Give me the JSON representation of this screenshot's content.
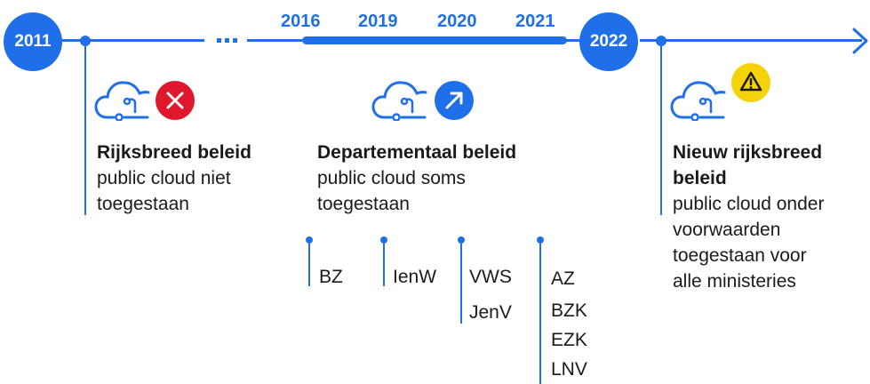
{
  "years": {
    "start": "2011",
    "y2016": "2016",
    "y2019": "2019",
    "y2020": "2020",
    "y2021": "2021",
    "end": "2022"
  },
  "phases": [
    {
      "heading": "Rijksbreed beleid",
      "body_lines": [
        "public cloud niet",
        "toegestaan"
      ],
      "status_icon": "x-icon",
      "status_color": "#e0182d"
    },
    {
      "heading": "Departementaal beleid",
      "body_lines": [
        "public cloud soms",
        "toegestaan"
      ],
      "status_icon": "arrow-up-right-icon",
      "status_color": "#1f6fe8"
    },
    {
      "heading_lines": [
        "Nieuw rijksbreed",
        "beleid"
      ],
      "body_lines": [
        "public cloud onder",
        "voorwaarden",
        "toegestaan voor",
        "alle ministeries"
      ],
      "status_icon": "warning-icon",
      "status_color": "#f5d30a"
    }
  ],
  "departments": {
    "y2016": [
      "BZ"
    ],
    "y2019": [
      "IenW"
    ],
    "y2020": [
      "VWS",
      "JenV"
    ],
    "y2021": [
      "AZ",
      "BZK",
      "EZK",
      "LNV"
    ]
  },
  "colors": {
    "accent": "#1f6fe8",
    "error": "#e0182d",
    "warning": "#f5d30a"
  }
}
